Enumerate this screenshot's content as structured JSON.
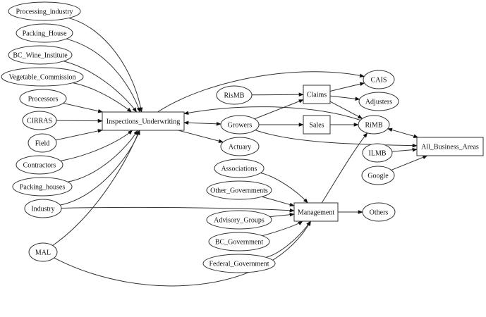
{
  "diagram": {
    "type": "directed-graph",
    "nodes": [
      {
        "id": "Processing_industry",
        "label": "Processing_industry",
        "shape": "ellipse"
      },
      {
        "id": "Packing_House",
        "label": "Packing_House",
        "shape": "ellipse"
      },
      {
        "id": "BC_Wine_Institute",
        "label": "BC_Wine_Institute",
        "shape": "ellipse"
      },
      {
        "id": "Vegetable_Commission",
        "label": "Vegetable_Commission",
        "shape": "ellipse"
      },
      {
        "id": "Processors",
        "label": "Processors",
        "shape": "ellipse"
      },
      {
        "id": "CIRRAS",
        "label": "CIRRAS",
        "shape": "ellipse"
      },
      {
        "id": "Field",
        "label": "Field",
        "shape": "ellipse"
      },
      {
        "id": "Contractors",
        "label": "Contractors",
        "shape": "ellipse"
      },
      {
        "id": "Packing_houses",
        "label": "Packing_houses",
        "shape": "ellipse"
      },
      {
        "id": "Industry",
        "label": "Industry",
        "shape": "ellipse"
      },
      {
        "id": "MAL",
        "label": "MAL",
        "shape": "ellipse"
      },
      {
        "id": "Inspections_Underwriting",
        "label": "Inspections_Underwriting",
        "shape": "box"
      },
      {
        "id": "RisMB",
        "label": "RisMB",
        "shape": "ellipse"
      },
      {
        "id": "Growers",
        "label": "Growers",
        "shape": "ellipse"
      },
      {
        "id": "Actuary",
        "label": "Actuary",
        "shape": "ellipse"
      },
      {
        "id": "Claims",
        "label": "Claims",
        "shape": "box"
      },
      {
        "id": "Sales",
        "label": "Sales",
        "shape": "box"
      },
      {
        "id": "CAIS",
        "label": "CAIS",
        "shape": "ellipse"
      },
      {
        "id": "Adjusters",
        "label": "Adjusters",
        "shape": "ellipse"
      },
      {
        "id": "RiMB",
        "label": "RiMB",
        "shape": "ellipse"
      },
      {
        "id": "ILMB",
        "label": "ILMB",
        "shape": "ellipse"
      },
      {
        "id": "Google",
        "label": "Google",
        "shape": "ellipse"
      },
      {
        "id": "All_Business_Areas",
        "label": "All_Business_Areas",
        "shape": "box"
      },
      {
        "id": "Associations",
        "label": "Associations",
        "shape": "ellipse"
      },
      {
        "id": "Other_Governments",
        "label": "Other_Governments",
        "shape": "ellipse"
      },
      {
        "id": "Advisory_Groups",
        "label": "Advisory_Groups",
        "shape": "ellipse"
      },
      {
        "id": "BC_Government",
        "label": "BC_Government",
        "shape": "ellipse"
      },
      {
        "id": "Federal_Government",
        "label": "Federal_Government",
        "shape": "ellipse"
      },
      {
        "id": "Management",
        "label": "Management",
        "shape": "box"
      },
      {
        "id": "Others",
        "label": "Others",
        "shape": "ellipse"
      }
    ],
    "edges": [
      {
        "from": "Processing_industry",
        "to": "Inspections_Underwriting",
        "dir": "forward"
      },
      {
        "from": "Packing_House",
        "to": "Inspections_Underwriting",
        "dir": "forward"
      },
      {
        "from": "BC_Wine_Institute",
        "to": "Inspections_Underwriting",
        "dir": "forward"
      },
      {
        "from": "Vegetable_Commission",
        "to": "Inspections_Underwriting",
        "dir": "forward"
      },
      {
        "from": "Processors",
        "to": "Inspections_Underwriting",
        "dir": "forward"
      },
      {
        "from": "CIRRAS",
        "to": "Inspections_Underwriting",
        "dir": "forward"
      },
      {
        "from": "Field",
        "to": "Inspections_Underwriting",
        "dir": "forward"
      },
      {
        "from": "Contractors",
        "to": "Inspections_Underwriting",
        "dir": "forward"
      },
      {
        "from": "Packing_houses",
        "to": "Inspections_Underwriting",
        "dir": "forward"
      },
      {
        "from": "Industry",
        "to": "Inspections_Underwriting",
        "dir": "forward"
      },
      {
        "from": "MAL",
        "to": "Inspections_Underwriting",
        "dir": "forward"
      },
      {
        "from": "Industry",
        "to": "Management",
        "dir": "forward"
      },
      {
        "from": "MAL",
        "to": "Management",
        "dir": "forward"
      },
      {
        "from": "Inspections_Underwriting",
        "to": "CAIS",
        "dir": "forward"
      },
      {
        "from": "Inspections_Underwriting",
        "to": "Growers",
        "dir": "both"
      },
      {
        "from": "Inspections_Underwriting",
        "to": "Actuary",
        "dir": "forward"
      },
      {
        "from": "RiMB",
        "to": "Inspections_Underwriting",
        "dir": "forward"
      },
      {
        "from": "RisMB",
        "to": "Claims",
        "dir": "forward"
      },
      {
        "from": "Growers",
        "to": "Claims",
        "dir": "forward"
      },
      {
        "from": "Growers",
        "to": "Sales",
        "dir": "forward"
      },
      {
        "from": "Growers",
        "to": "All_Business_Areas",
        "dir": "forward"
      },
      {
        "from": "Claims",
        "to": "CAIS",
        "dir": "forward"
      },
      {
        "from": "Claims",
        "to": "Adjusters",
        "dir": "forward"
      },
      {
        "from": "Claims",
        "to": "RiMB",
        "dir": "forward"
      },
      {
        "from": "Sales",
        "to": "RiMB",
        "dir": "forward"
      },
      {
        "from": "RiMB",
        "to": "All_Business_Areas",
        "dir": "both"
      },
      {
        "from": "ILMB",
        "to": "All_Business_Areas",
        "dir": "forward"
      },
      {
        "from": "Google",
        "to": "All_Business_Areas",
        "dir": "forward"
      },
      {
        "from": "Management",
        "to": "RiMB",
        "dir": "forward"
      },
      {
        "from": "Associations",
        "to": "Management",
        "dir": "forward"
      },
      {
        "from": "Other_Governments",
        "to": "Management",
        "dir": "forward"
      },
      {
        "from": "Advisory_Groups",
        "to": "Management",
        "dir": "forward"
      },
      {
        "from": "BC_Government",
        "to": "Management",
        "dir": "forward"
      },
      {
        "from": "Federal_Government",
        "to": "Management",
        "dir": "forward"
      },
      {
        "from": "Management",
        "to": "Others",
        "dir": "forward"
      }
    ]
  }
}
